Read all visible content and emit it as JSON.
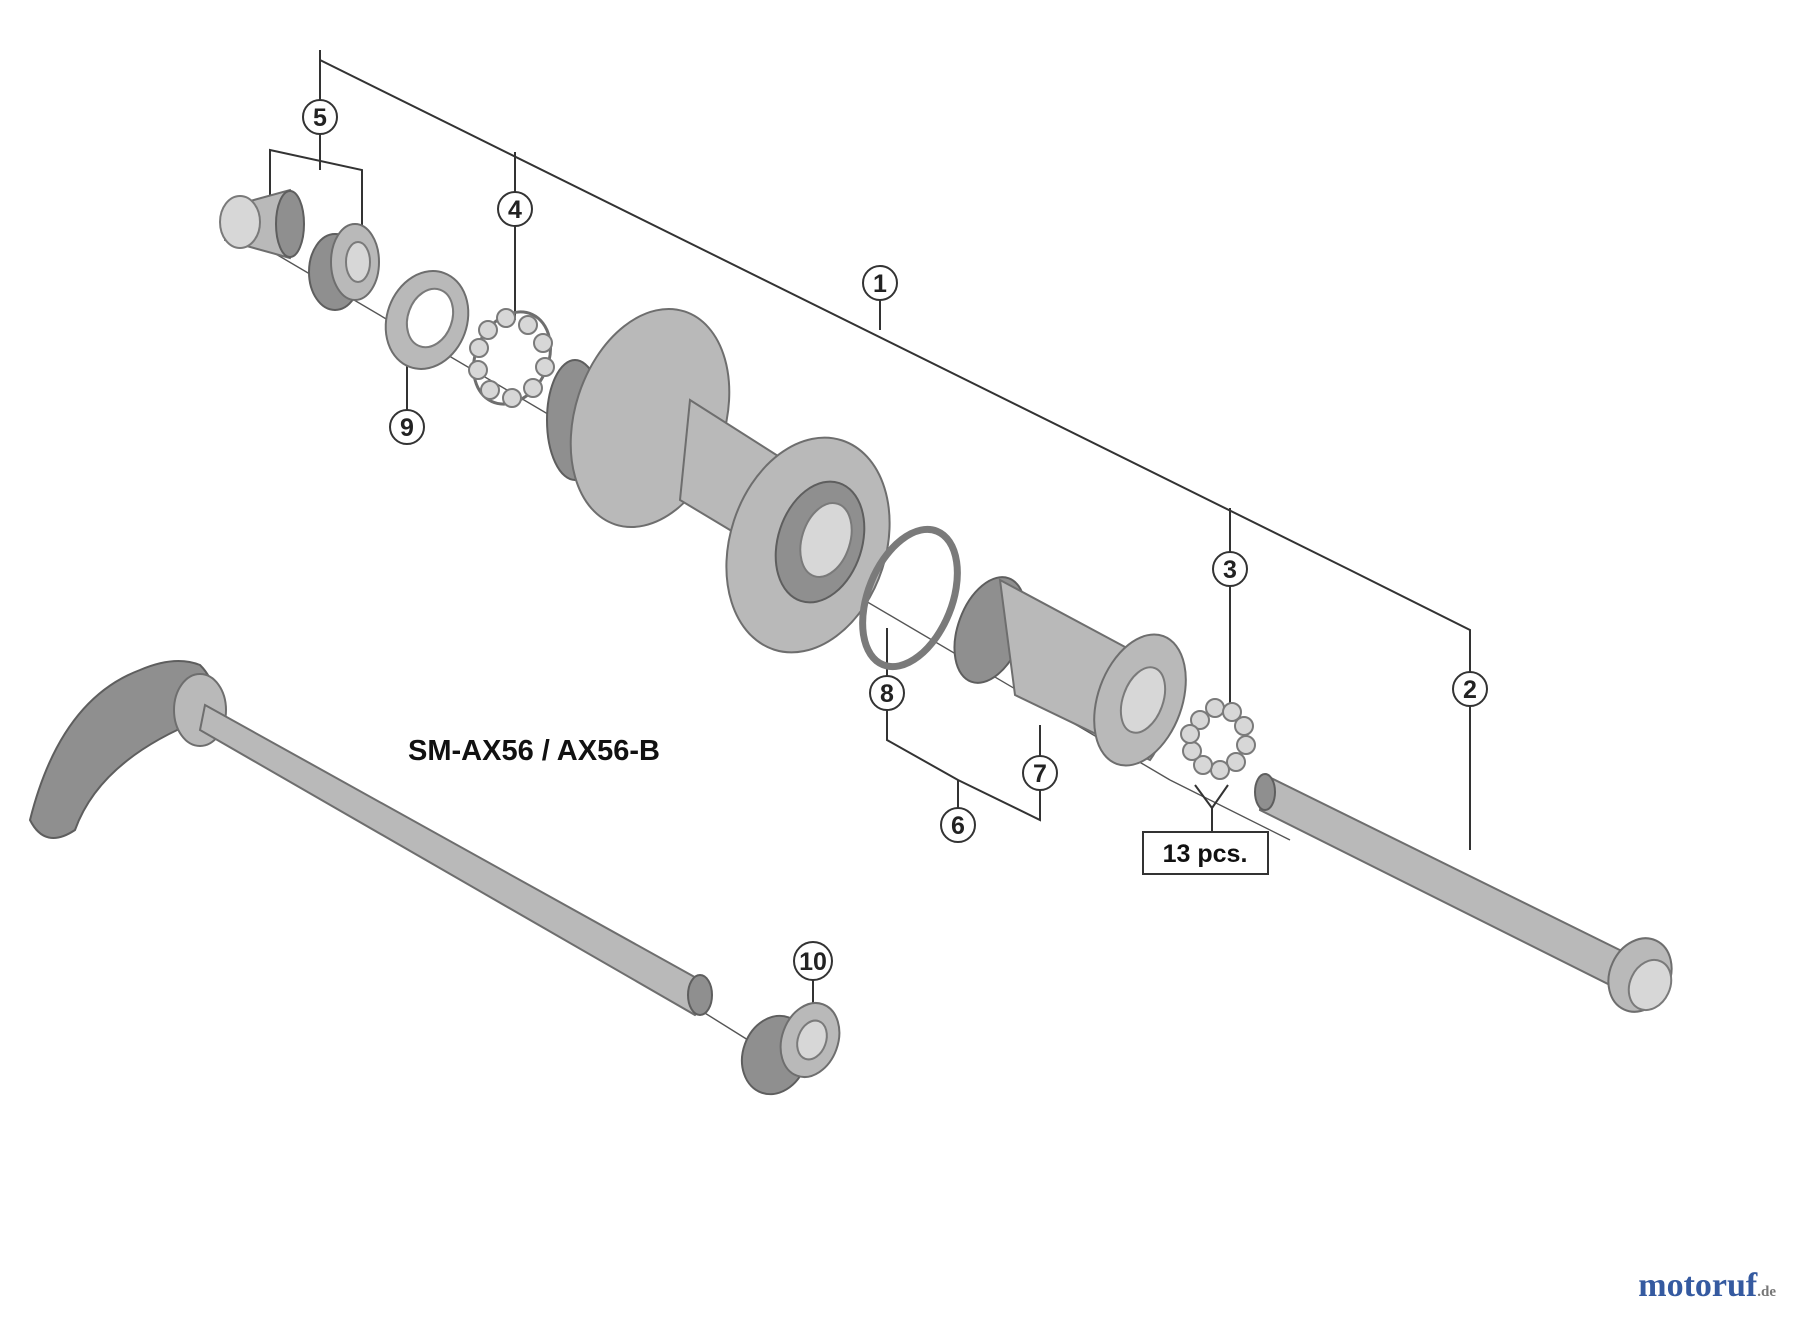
{
  "diagram": {
    "model_label": "SM-AX56 / AX56-B",
    "quantity_note": "13 pcs.",
    "callouts": [
      "1",
      "2",
      "3",
      "4",
      "5",
      "6",
      "7",
      "8",
      "9",
      "10"
    ]
  },
  "watermark": {
    "text": "motoruf",
    "suffix": ".de",
    "colors": [
      "#c0392b",
      "#2e7d32",
      "#355aa0"
    ]
  }
}
